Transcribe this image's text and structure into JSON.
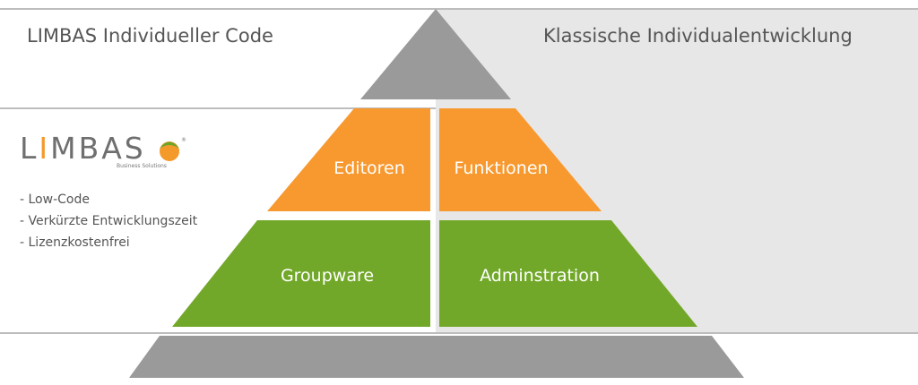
{
  "header": {
    "left_title": "LIMBAS Individueller Code",
    "right_title": "Klassische Individualentwicklung"
  },
  "logo": {
    "wordmark_pre": "L",
    "wordmark_accent": "I",
    "wordmark_post": "MBAS",
    "tagline": "Business Solutions",
    "mark_icon": "orange-fruit-icon",
    "registered": "®"
  },
  "features": [
    "- Low-Code",
    "- Verkürzte Entwicklungszeit",
    "- Lizenzkostenfrei"
  ],
  "pyramid": {
    "editoren": "Editoren",
    "funktionen": "Funktionen",
    "groupware": "Groupware",
    "adminstration": "Adminstration"
  },
  "colors": {
    "gray": "#9a9a9a",
    "orange": "#f7992f",
    "green": "#72a82a",
    "panel": "#e7e7e7",
    "text": "#555555"
  }
}
